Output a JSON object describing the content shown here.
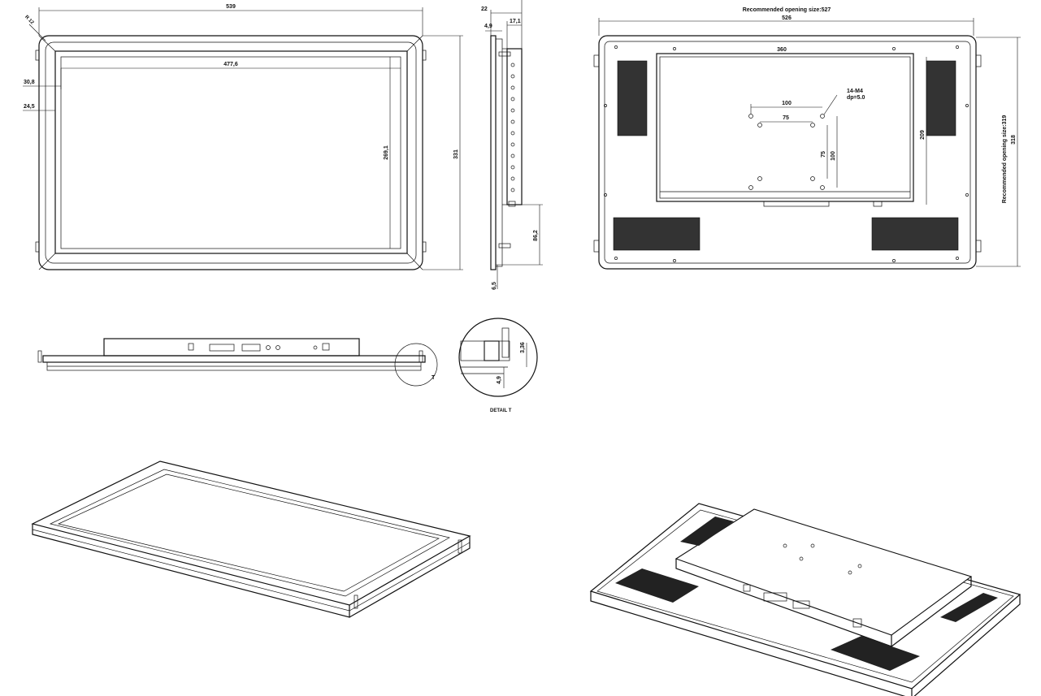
{
  "front_view": {
    "width": "539",
    "inner_width": "477,6",
    "height": "331",
    "inner_height": "269,1",
    "left_offset_1": "30,8",
    "left_offset_2": "24,5",
    "radius": "R 12"
  },
  "side_view": {
    "top_dim_1": "22",
    "top_dim_2": "17,1",
    "top_dim_3": "4,9",
    "bottom_dim": "86,2",
    "bottom_offset": "6,5"
  },
  "rear_view": {
    "opening_width_label": "Recommended opening size:527",
    "width": "526",
    "box_width": "360",
    "vesa_outer_w": "100",
    "vesa_inner_w": "75",
    "screw_label_1": "14-M4",
    "screw_label_2": "dp=5.0",
    "vesa_inner_h": "75",
    "vesa_outer_h": "100",
    "box_height": "209",
    "opening_height_label": "Recommended opening size:319",
    "height": "318"
  },
  "detail_view": {
    "dim_1": "3,36",
    "dim_2": "4,9",
    "caption": "DETAIL T",
    "marker": "T"
  }
}
